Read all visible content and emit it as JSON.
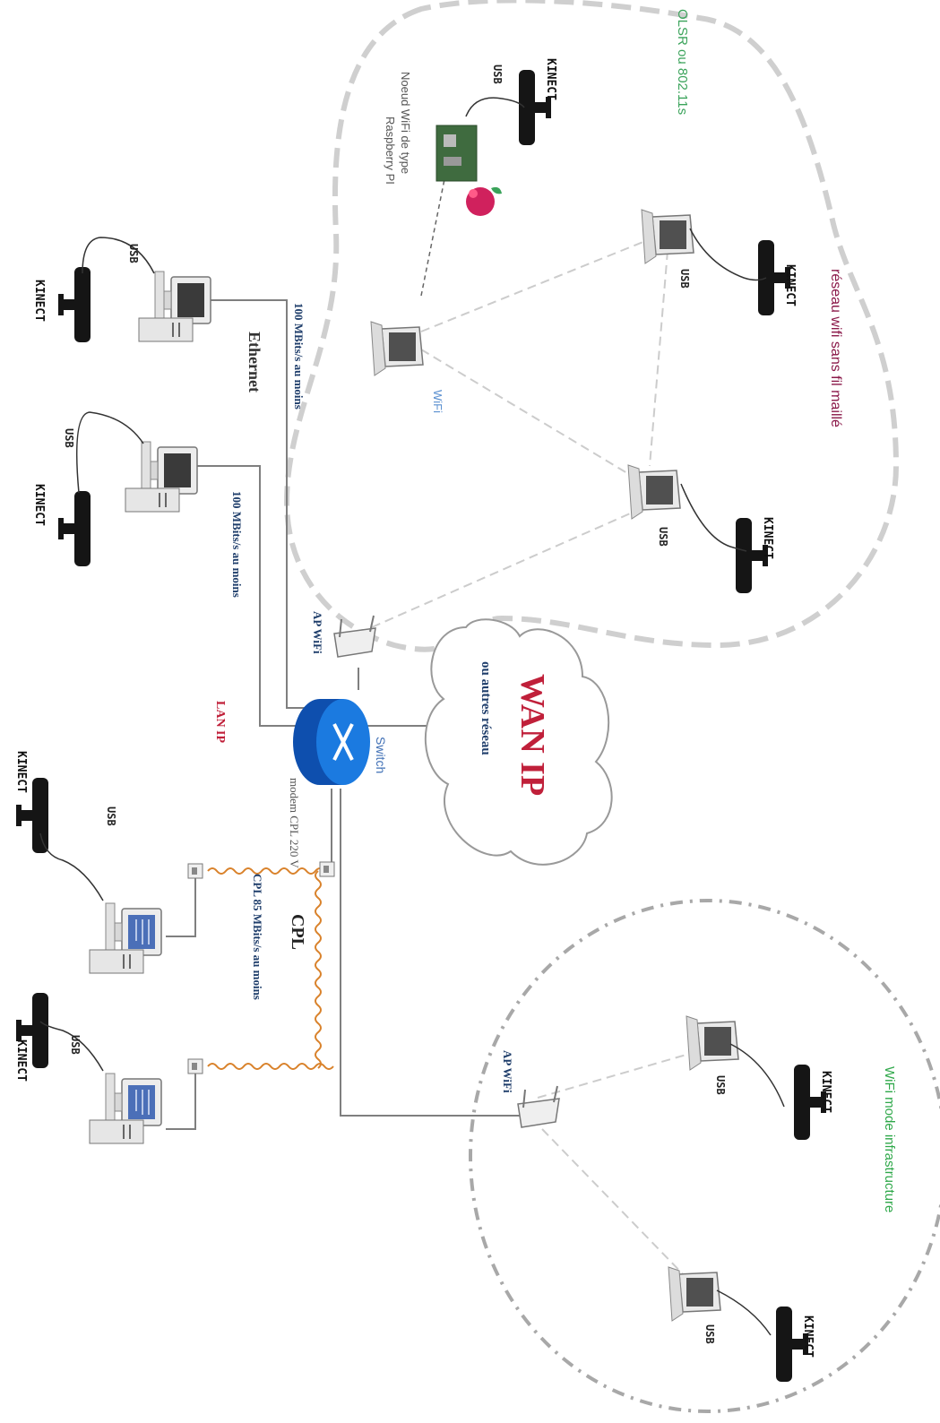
{
  "colors": {
    "olsr": "#3aa35a",
    "mesh_title": "#8b1a4a",
    "wan": "#c0203a",
    "lan": "#c0203a",
    "switch_label": "#3f6fb5",
    "wifi_label": "#5a8fd0",
    "blue_label": "#1f3e6b",
    "cpl_line": "#d9822b",
    "infra_title": "#2fa84a",
    "router": "#1b6fd8",
    "cloud_border": "#999999"
  },
  "labels": {
    "olsr": "OLSR ou 802.11s",
    "mesh_title": "réseau wifi sans fil maillé",
    "noeud_line1": "Noeud WiFi de type",
    "noeud_line2": "Raspberry PI",
    "wifi": "WiFi",
    "ap_wifi_top": "AP WiFi",
    "ap_wifi_bottom": "AP WiFi",
    "wan_ip": "WAN IP",
    "wan_sub": "ou autres réseau",
    "switch": "Switch",
    "lan_ip": "LAN IP",
    "ethernet": "Ethernet",
    "eth_speed_1": "100 MBits/s au moins",
    "eth_speed_2": "100 MBits/s au moins",
    "modem": "modem CPL 220 V",
    "cpl": "CPL",
    "cpl_speed": "CPL 85 MBits/s au moins",
    "infra_title": "WiFi mode infrastructure",
    "kinect": "KINECT",
    "usb": "USB"
  }
}
